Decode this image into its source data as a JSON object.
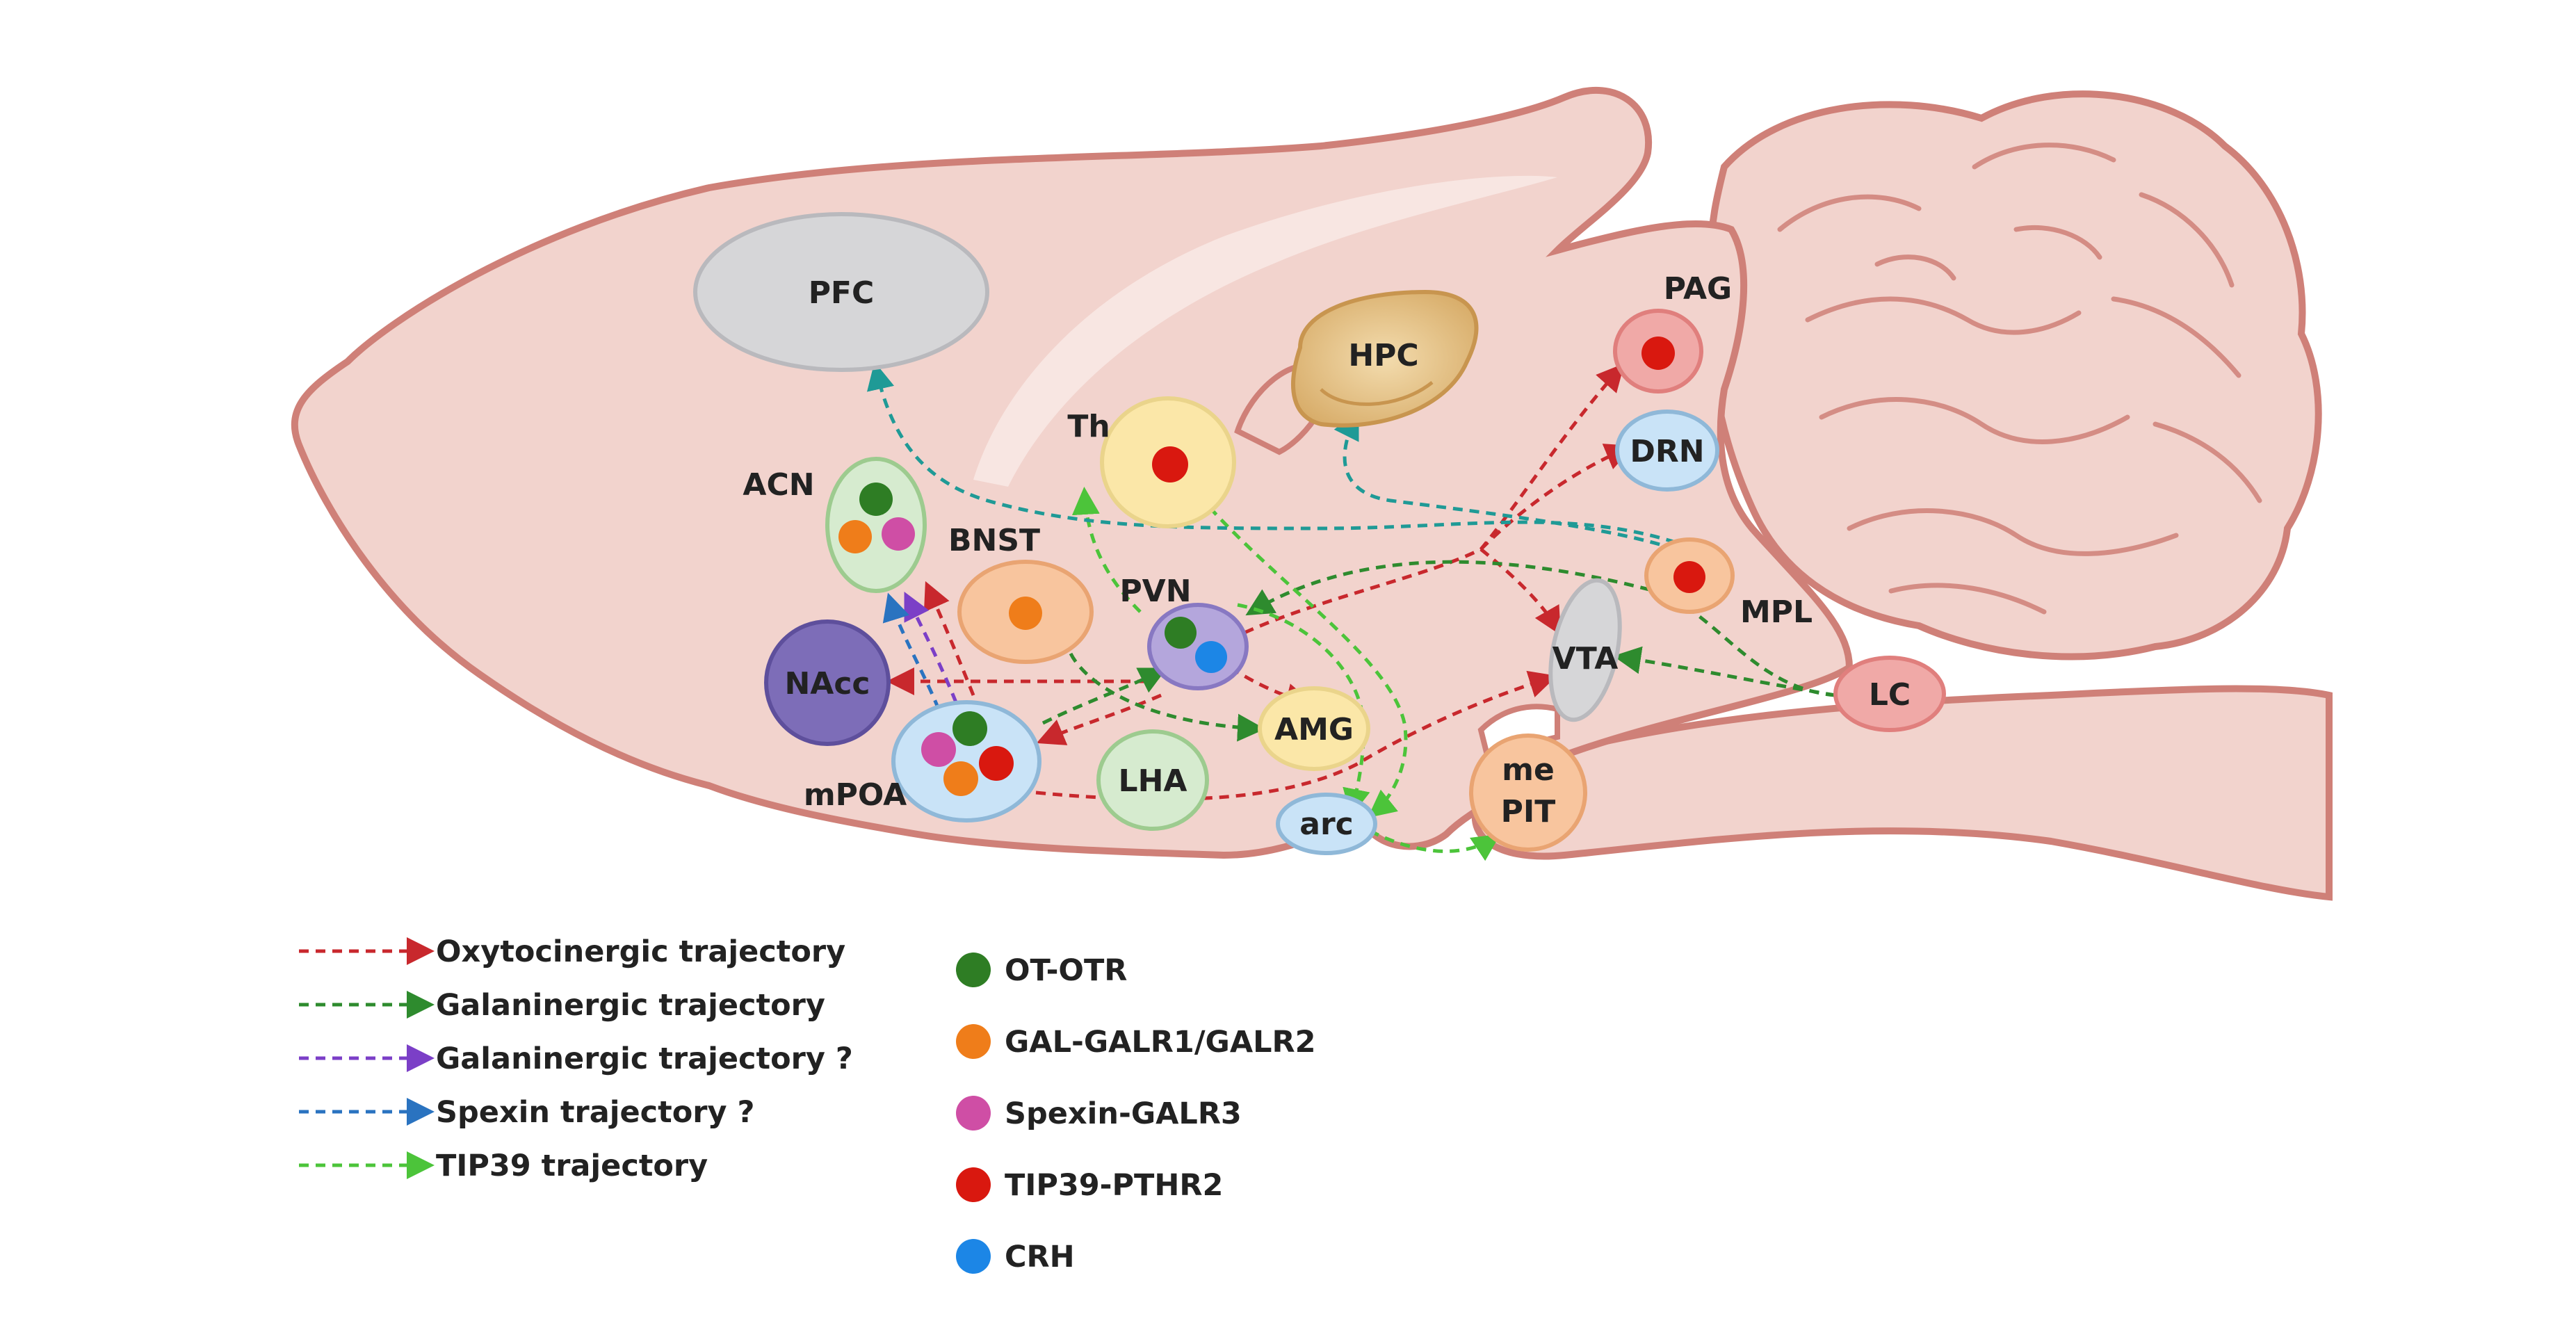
{
  "regions": {
    "pfc": "PFC",
    "hpc": "HPC",
    "th": "Th",
    "pag": "PAG",
    "drn": "DRN",
    "acn": "ACN",
    "bnst": "BNST",
    "pvn": "PVN",
    "nacc": "NAcc",
    "mpoa": "mPOA",
    "amg": "AMG",
    "lha": "LHA",
    "arc": "arc",
    "me": "me",
    "pit": "PIT",
    "vta": "VTA",
    "mpl": "MPL",
    "lc": "LC"
  },
  "trajectory_legend": [
    {
      "label": "Oxytocinergic trajectory",
      "color": "#c8282d"
    },
    {
      "label": "Galaninergic trajectory",
      "color": "#2e8b2e"
    },
    {
      "label": "Galaninergic trajectory ?",
      "color": "#7b3fc7"
    },
    {
      "label": "Spexin trajectory ?",
      "color": "#2a73c0"
    },
    {
      "label": "TIP39 trajectory",
      "color": "#4cc43a"
    }
  ],
  "marker_legend": [
    {
      "label": "OT-OTR",
      "color": "#2e7d24"
    },
    {
      "label": "GAL-GALR1/GALR2",
      "color": "#ef7d1a"
    },
    {
      "label": "Spexin-GALR3",
      "color": "#cf4ea5"
    },
    {
      "label": "TIP39-PTHR2",
      "color": "#d9180f"
    },
    {
      "label": "CRH",
      "color": "#1c86e6"
    }
  ],
  "colors": {
    "brain_fill": "#f2d3cd",
    "brain_outline": "#cf8078",
    "pvn_trajectory_teal": "#1f9a96"
  }
}
